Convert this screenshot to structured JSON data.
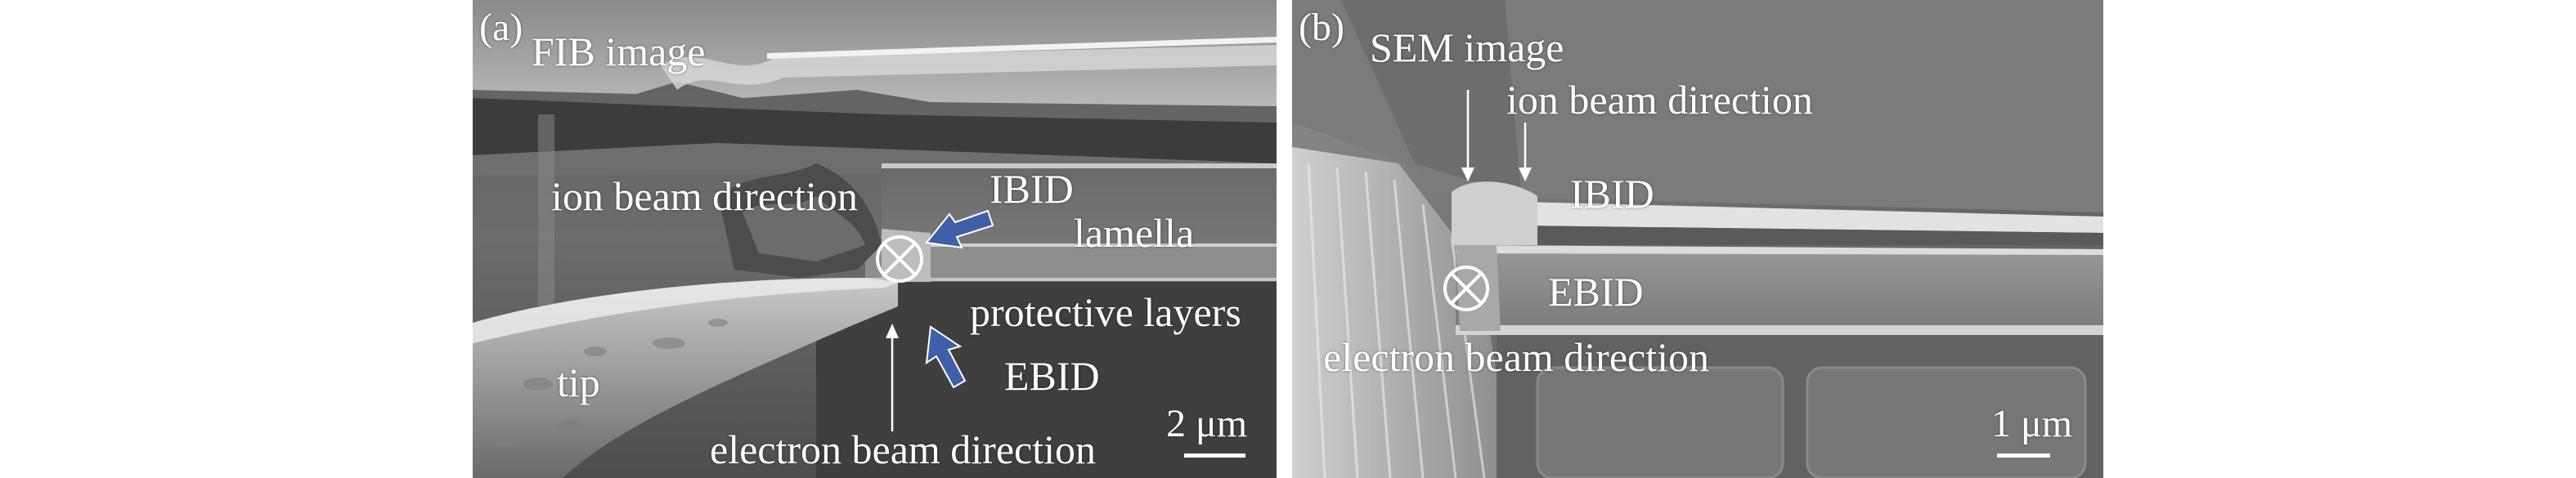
{
  "figure": {
    "panel_a": {
      "letter": "(a)",
      "title": "FIB image",
      "labels": {
        "ion_beam_direction": "ion beam direction",
        "ibid": "IBID",
        "lamella": "lamella",
        "protective_layers": "protective layers",
        "ebid": "EBID",
        "tip": "tip",
        "electron_beam_direction": "electron beam direction"
      },
      "scale": "2 μm",
      "arrow_color": "#3f5fa8"
    },
    "panel_b": {
      "letter": "(b)",
      "title": "SEM image",
      "labels": {
        "ion_beam_direction": "ion beam direction",
        "ibid": "IBID",
        "ebid": "EBID",
        "electron_beam_direction": "electron beam direction"
      },
      "scale": "1 μm"
    }
  }
}
